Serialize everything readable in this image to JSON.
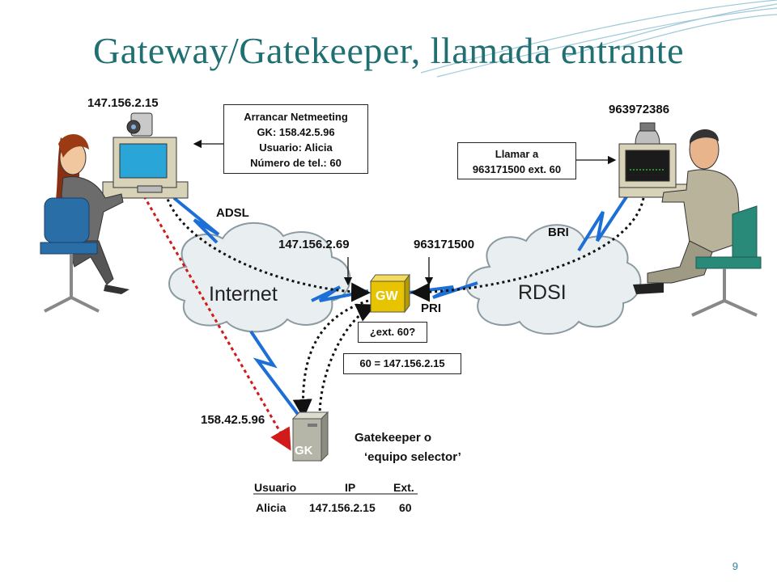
{
  "title": "Gateway/Gatekeeper, llamada entrante",
  "labels": {
    "ip_client": "147.156.2.15",
    "phone_number": "963972386",
    "adsl": "ADSL",
    "bri": "BRI",
    "pri": "PRI",
    "gw_ip": "147.156.2.69",
    "gw_number": "963171500",
    "gk_ip": "158.42.5.96",
    "gk_caption_line1": "Gatekeeper o",
    "gk_caption_line2": "‘equipo selector’"
  },
  "clouds": {
    "internet": "Internet",
    "isdn": "RDSI"
  },
  "devices": {
    "gw": "GW",
    "gk": "GK"
  },
  "boxes": {
    "netmeeting": [
      "Arrancar Netmeeting",
      "GK: 158.42.5.96",
      "Usuario: Alicia",
      "Número de tel.: 60"
    ],
    "call": [
      "Llamar a",
      "963171500 ext. 60"
    ],
    "query": "¿ext. 60?",
    "answer": "60 = 147.156.2.15"
  },
  "table": {
    "headers": [
      "Usuario",
      "IP",
      "Ext."
    ],
    "row": [
      "Alicia",
      "147.156.2.15",
      "60"
    ]
  },
  "colors": {
    "title": "#1f6f73",
    "gw": "#e8c400",
    "red_dotted": "#d11a1a",
    "zigzag": "#1c6fd6"
  },
  "page_number": "9"
}
